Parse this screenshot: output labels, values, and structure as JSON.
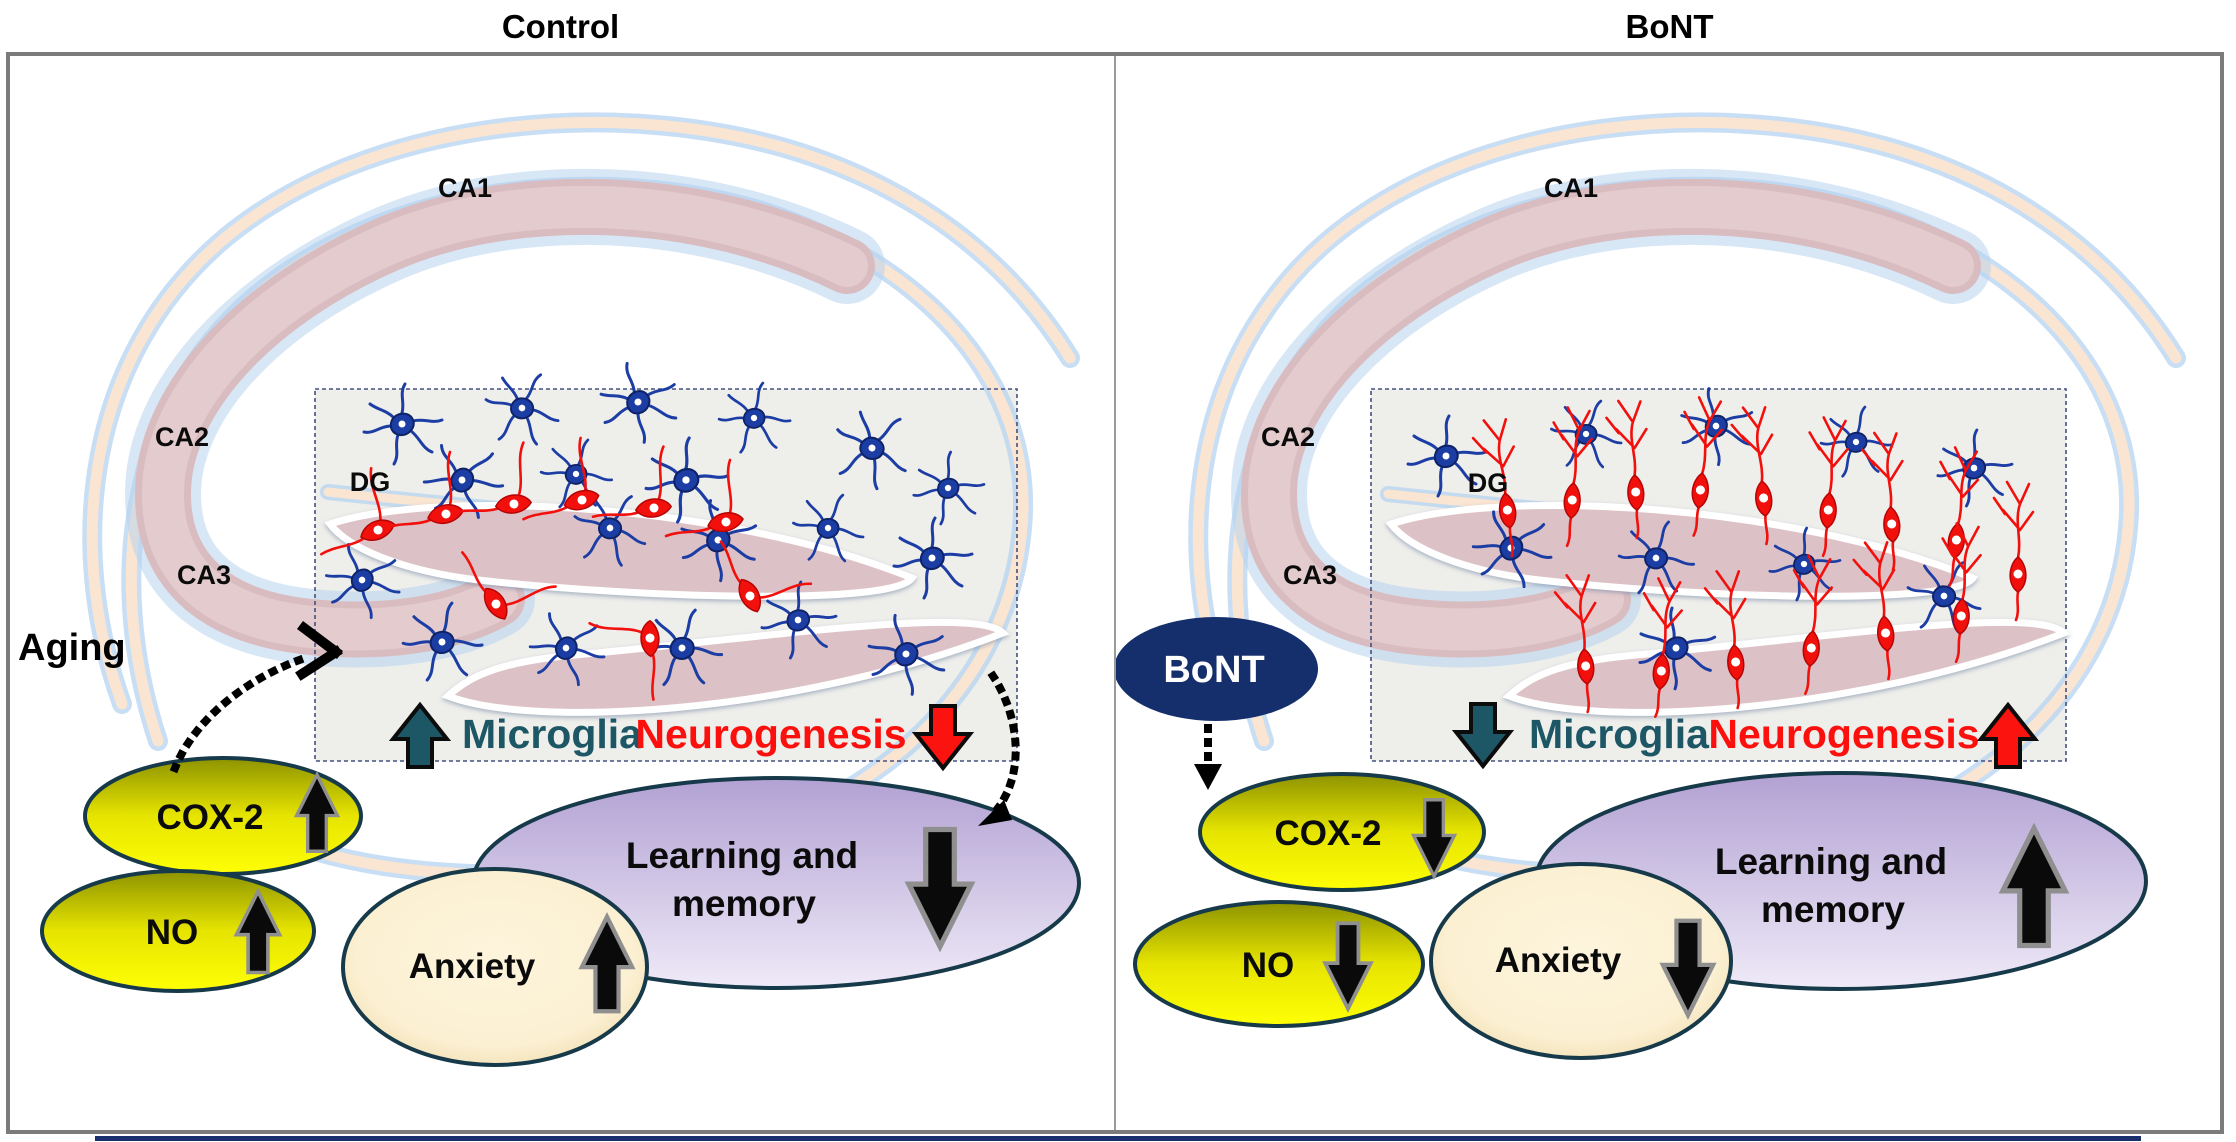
{
  "panels": [
    {
      "id": "control",
      "title": "Control",
      "side_label": "Aging",
      "regions": {
        "ca1": "CA1",
        "ca2": "CA2",
        "ca3": "CA3",
        "dg": "DG"
      },
      "box": {
        "microglia": {
          "label": "Microglia",
          "arrow": "up",
          "cell_count": 19
        },
        "neurogenesis": {
          "label": "Neurogenesis",
          "arrow": "down",
          "cell_count": 9
        }
      },
      "nodes": {
        "cox2": {
          "label": "COX-2",
          "arrow": "up"
        },
        "no": {
          "label": "NO",
          "arrow": "up"
        },
        "anxiety": {
          "label": "Anxiety",
          "arrow": "up"
        },
        "learning": {
          "line1": "Learning and",
          "line2": "memory",
          "arrow": "down"
        }
      }
    },
    {
      "id": "bont",
      "title": "BoNT",
      "source_label": "BoNT",
      "regions": {
        "ca1": "CA1",
        "ca2": "CA2",
        "ca3": "CA3",
        "dg": "DG"
      },
      "box": {
        "microglia": {
          "label": "Microglia",
          "arrow": "down",
          "cell_count": 10
        },
        "neurogenesis": {
          "label": "Neurogenesis",
          "arrow": "up",
          "cell_count": 15
        }
      },
      "nodes": {
        "cox2": {
          "label": "COX-2",
          "arrow": "down"
        },
        "no": {
          "label": "NO",
          "arrow": "down"
        },
        "anxiety": {
          "label": "Anxiety",
          "arrow": "down"
        },
        "learning": {
          "line1": "Learning and",
          "line2": "memory",
          "arrow": "up"
        }
      }
    }
  ],
  "colors": {
    "microglia_label": "#1d5766",
    "neurogenesis_label": "#fb100d",
    "microglia_cell": "#1c3da4",
    "neuron_cell": "#f2100d",
    "bont_ellipse": "#152f6c",
    "cox2_no_fill": "#ffff00",
    "anxiety_fill": "#f7e8bf",
    "learning_fill": "#c3b4dd",
    "hippocampus_fill": "#ddc3c7",
    "block_arrow": "#0a0a0a"
  }
}
